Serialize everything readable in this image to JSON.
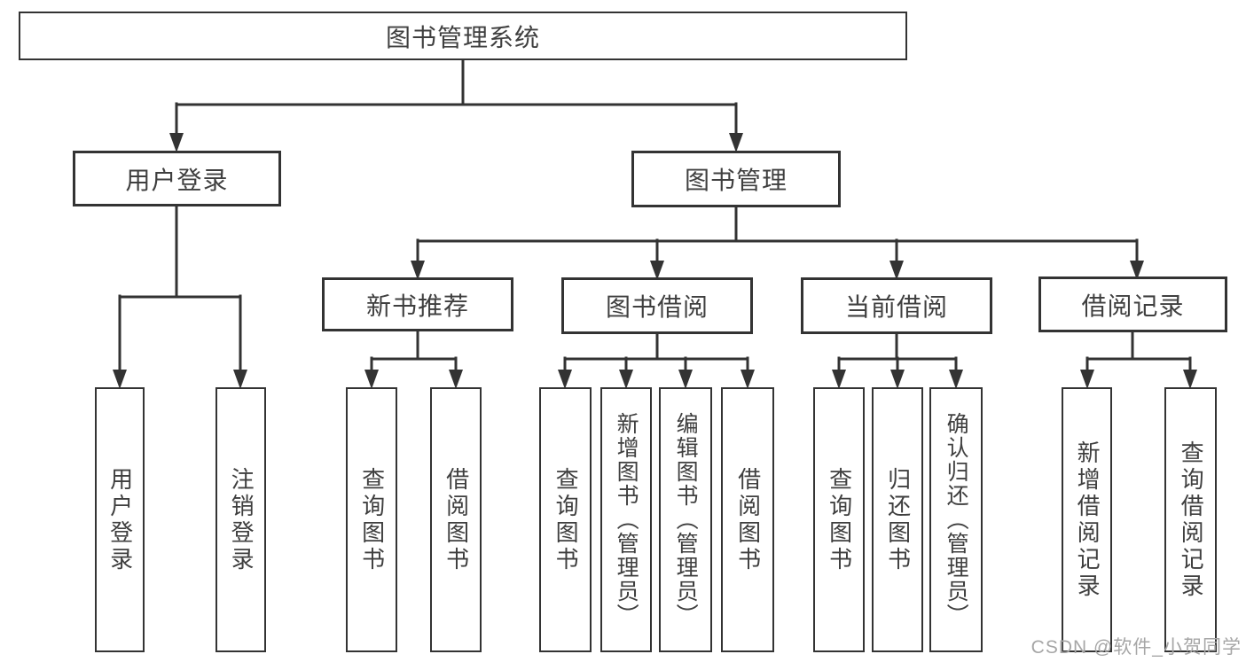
{
  "diagram": {
    "type": "hierarchy-tree",
    "root": {
      "label": "图书管理系统"
    },
    "level2": [
      {
        "label": "用户登录"
      },
      {
        "label": "图书管理"
      }
    ],
    "level3": [
      {
        "label": "新书推荐",
        "parent": "图书管理"
      },
      {
        "label": "图书借阅",
        "parent": "图书管理"
      },
      {
        "label": "当前借阅",
        "parent": "图书管理"
      },
      {
        "label": "借阅记录",
        "parent": "图书管理"
      }
    ],
    "leaves": [
      {
        "label": "用户登录",
        "parent": "用户登录"
      },
      {
        "label": "注销登录",
        "parent": "用户登录"
      },
      {
        "label": "查询图书",
        "parent": "新书推荐"
      },
      {
        "label": "借阅图书",
        "parent": "新书推荐"
      },
      {
        "label": "查询图书",
        "parent": "图书借阅"
      },
      {
        "label": "新增图书（管理员）",
        "parent": "图书借阅"
      },
      {
        "label": "编辑图书（管理员）",
        "parent": "图书借阅"
      },
      {
        "label": "借阅图书",
        "parent": "图书借阅"
      },
      {
        "label": "查询图书",
        "parent": "当前借阅"
      },
      {
        "label": "归还图书",
        "parent": "当前借阅"
      },
      {
        "label": "确认归还（管理员）",
        "parent": "当前借阅"
      },
      {
        "label": "新增借阅记录",
        "parent": "借阅记录"
      },
      {
        "label": "查询借阅记录",
        "parent": "借阅记录"
      }
    ]
  },
  "watermark": {
    "text": "CSDN @软件_小贺同学"
  },
  "colors": {
    "line": "#333333",
    "box_border": "#333333",
    "text": "#3f3f3f",
    "watermark": "#a6a6a6",
    "background": "#ffffff"
  }
}
